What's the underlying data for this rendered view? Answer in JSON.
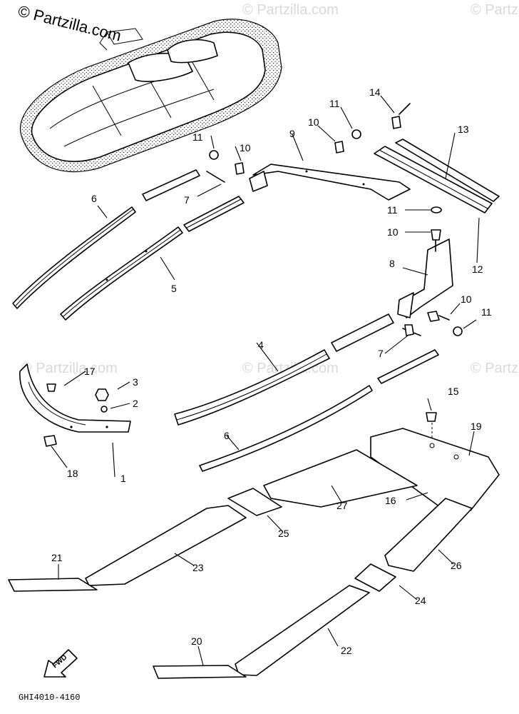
{
  "watermark": {
    "primary": "© Partzilla.com",
    "faint": "© Partzilla.com"
  },
  "diagram_code": "GHI4010-4160",
  "fwd_label": "FWD",
  "callouts": [
    {
      "id": "1",
      "label": "1"
    },
    {
      "id": "2",
      "label": "2"
    },
    {
      "id": "3",
      "label": "3"
    },
    {
      "id": "4",
      "label": "4"
    },
    {
      "id": "5",
      "label": "5"
    },
    {
      "id": "6a",
      "label": "6"
    },
    {
      "id": "6b",
      "label": "6"
    },
    {
      "id": "7a",
      "label": "7"
    },
    {
      "id": "7b",
      "label": "7"
    },
    {
      "id": "8",
      "label": "8"
    },
    {
      "id": "9",
      "label": "9"
    },
    {
      "id": "10a",
      "label": "10"
    },
    {
      "id": "10b",
      "label": "10"
    },
    {
      "id": "10c",
      "label": "10"
    },
    {
      "id": "10d",
      "label": "10"
    },
    {
      "id": "11a",
      "label": "11"
    },
    {
      "id": "11b",
      "label": "11"
    },
    {
      "id": "11c",
      "label": "11"
    },
    {
      "id": "11d",
      "label": "11"
    },
    {
      "id": "12",
      "label": "12"
    },
    {
      "id": "13",
      "label": "13"
    },
    {
      "id": "14",
      "label": "14"
    },
    {
      "id": "15",
      "label": "15"
    },
    {
      "id": "16",
      "label": "16"
    },
    {
      "id": "17",
      "label": "17"
    },
    {
      "id": "18",
      "label": "18"
    },
    {
      "id": "19",
      "label": "19"
    },
    {
      "id": "20",
      "label": "20"
    },
    {
      "id": "21",
      "label": "21"
    },
    {
      "id": "22",
      "label": "22"
    },
    {
      "id": "23",
      "label": "23"
    },
    {
      "id": "24",
      "label": "24"
    },
    {
      "id": "25",
      "label": "25"
    },
    {
      "id": "26",
      "label": "26"
    },
    {
      "id": "27",
      "label": "27"
    }
  ]
}
